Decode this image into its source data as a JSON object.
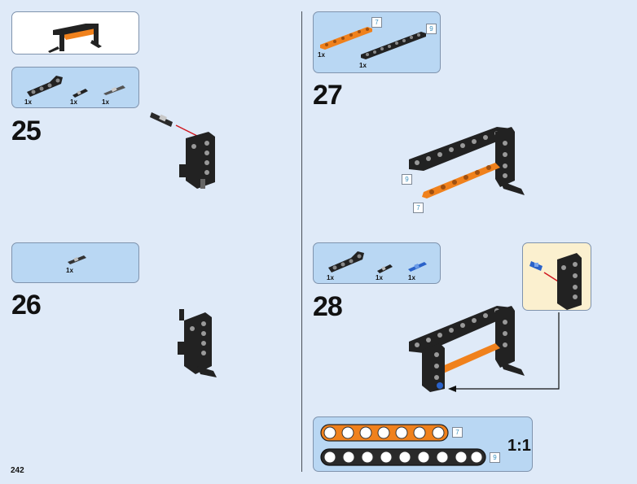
{
  "page": {
    "number": "242"
  },
  "steps": {
    "s25": "25",
    "s26": "26",
    "s27": "27",
    "s28": "28"
  },
  "parts_25": [
    "1x",
    "1x",
    "1x"
  ],
  "parts_26": [
    "1x"
  ],
  "parts_27": [
    "1x",
    "1x"
  ],
  "parts_28": [
    "1x",
    "1x",
    "1x"
  ],
  "lengths": {
    "orange_beam": "7",
    "black_beam": "9"
  },
  "scale_label": "1:1",
  "colors": {
    "background": "#dfeaf8",
    "panel": "#b9d7f3",
    "callout": "#fbf0cf",
    "orange": "#f0811c",
    "black_part": "#222222",
    "arrow_red": "#d01820",
    "pin_blue": "#2a62c9"
  }
}
